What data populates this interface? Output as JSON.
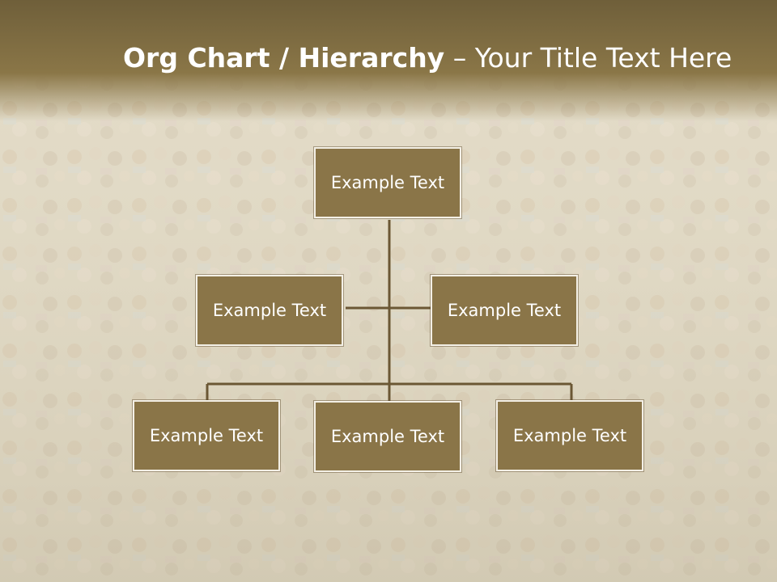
{
  "title": {
    "bold": "Org Chart / Hierarchy",
    "separator": " – ",
    "light": "Your Title Text Here"
  },
  "org": {
    "root": "Example Text",
    "level1": [
      "Example Text",
      "Example Text"
    ],
    "level2": [
      "Example Text",
      "Example Text",
      "Example Text"
    ]
  },
  "colors": {
    "box_fill": "#8a7548",
    "box_border": "#f4f0e6",
    "connector": "#6b5734",
    "title_band": "#7a6a42"
  }
}
